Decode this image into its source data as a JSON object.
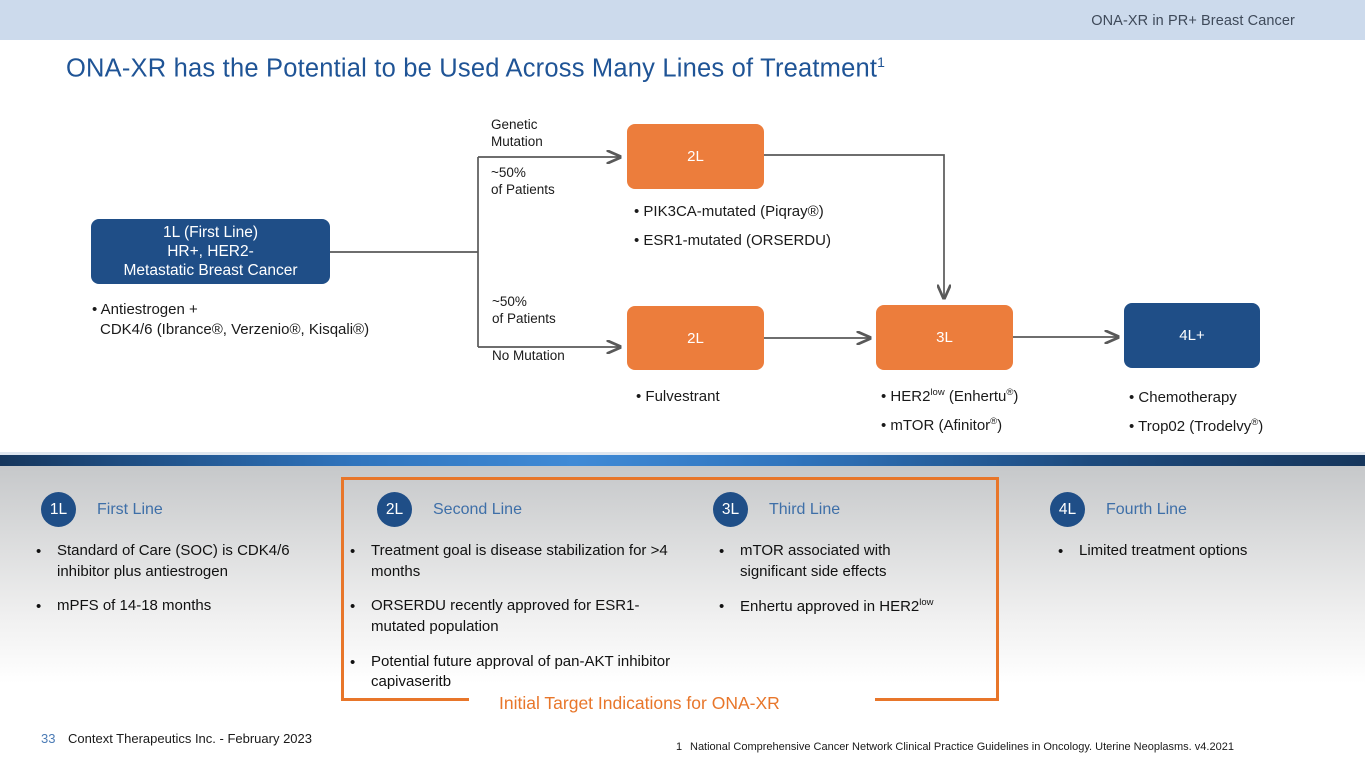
{
  "header": {
    "title": "ONA-XR in PR+ Breast Cancer"
  },
  "slide": {
    "title": "ONA-XR has the Potential to be Used Across Many Lines of Treatment",
    "title_superscript": "1"
  },
  "colors": {
    "brand_blue": "#1f4e87",
    "accent_orange": "#ec7d3c",
    "callout_orange": "#e8762a",
    "title_blue": "#1f5496",
    "header_band": "#ccdaec"
  },
  "diagram": {
    "nodes": {
      "first_line": {
        "line1": "1L (First Line)",
        "line2": "HR+, HER2-",
        "line3": "Metastatic Breast Cancer"
      },
      "second_line_mutated": {
        "label": "2L"
      },
      "second_line_no_mutation": {
        "label": "2L"
      },
      "third_line": {
        "label": "3L"
      },
      "fourth_line": {
        "label": "4L+"
      }
    },
    "edge_labels": {
      "genetic_mutation_l1": "Genetic",
      "genetic_mutation_l2": "Mutation",
      "pct_top_l1": "~50%",
      "pct_top_l2": "of Patients",
      "pct_bottom_l1": "~50%",
      "pct_bottom_l2": "of Patients",
      "no_mutation": "No Mutation"
    },
    "bullets": {
      "first_line": [
        "• Antiestrogen +",
        "CDK4/6 (Ibrance®, Verzenio®, Kisqali®)"
      ],
      "second_line_mutated": [
        "• PIK3CA-mutated (Piqray®)",
        "• ESR1-mutated (ORSERDU)"
      ],
      "second_line_no_mutation": [
        "• Fulvestrant"
      ],
      "third_line": [
        "• HER2low (Enhertu®)",
        "• mTOR (Afinitor®)"
      ],
      "fourth_line": [
        "• Chemotherapy",
        "• Trop02 (Trodelvy®)"
      ]
    }
  },
  "lines_panel": {
    "columns": [
      {
        "pill": "1L",
        "title": "First Line",
        "bullets": [
          "Standard of Care (SOC) is CDK4/6 inhibitor plus antiestrogen",
          "mPFS of 14-18 months"
        ]
      },
      {
        "pill": "2L",
        "title": "Second Line",
        "bullets": [
          "Treatment goal is disease stabilization for >4 months",
          "ORSERDU recently approved for ESR1-mutated population",
          "Potential future approval of pan-AKT inhibitor capivaseritb"
        ]
      },
      {
        "pill": "3L",
        "title": "Third Line",
        "bullets": [
          "mTOR associated with significant side effects",
          "Enhertu approved in HER2low"
        ]
      },
      {
        "pill": "4L",
        "title": "Fourth Line",
        "bullets": [
          "Limited treatment options"
        ]
      }
    ],
    "callout_label": "Initial Target Indications for ONA-XR"
  },
  "footer": {
    "page_number": "33",
    "company_line": "Context Therapeutics Inc. - February 2023",
    "footnote_number": "1",
    "footnote_text": "National Comprehensive Cancer Network Clinical Practice Guidelines in Oncology. Uterine Neoplasms. v4.2021"
  }
}
